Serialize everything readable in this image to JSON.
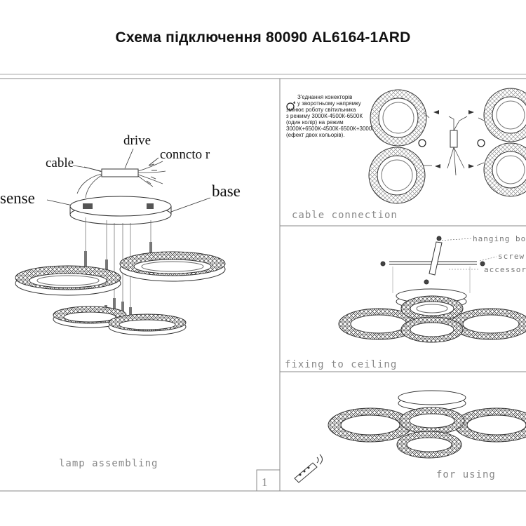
{
  "title": "Схема підключення 80090 AL6164-1ARD",
  "assembly": {
    "labels": {
      "drive": "drive",
      "cable": "cable",
      "connector": "conncto r",
      "sense": "sense",
      "base": "base"
    },
    "caption": "lamp assembling",
    "page_number": "1"
  },
  "cable_connection": {
    "note_lines": [
      "З'єднання конекторів",
      "у зворотньому напрямку",
      "змінює роботу світильника",
      "з режиму 3000К-4500К-6500К",
      "(один колір) на режим",
      "3000К+6500К-4500К-6500К+3000К",
      "(ефект двох кольорів)."
    ],
    "caption": "cable connection"
  },
  "fixing": {
    "labels": {
      "hanging": "hanging bo",
      "screw": "screw",
      "accessory": "accessor"
    },
    "caption": "fixing to ceiling"
  },
  "using": {
    "caption": "for using"
  }
}
